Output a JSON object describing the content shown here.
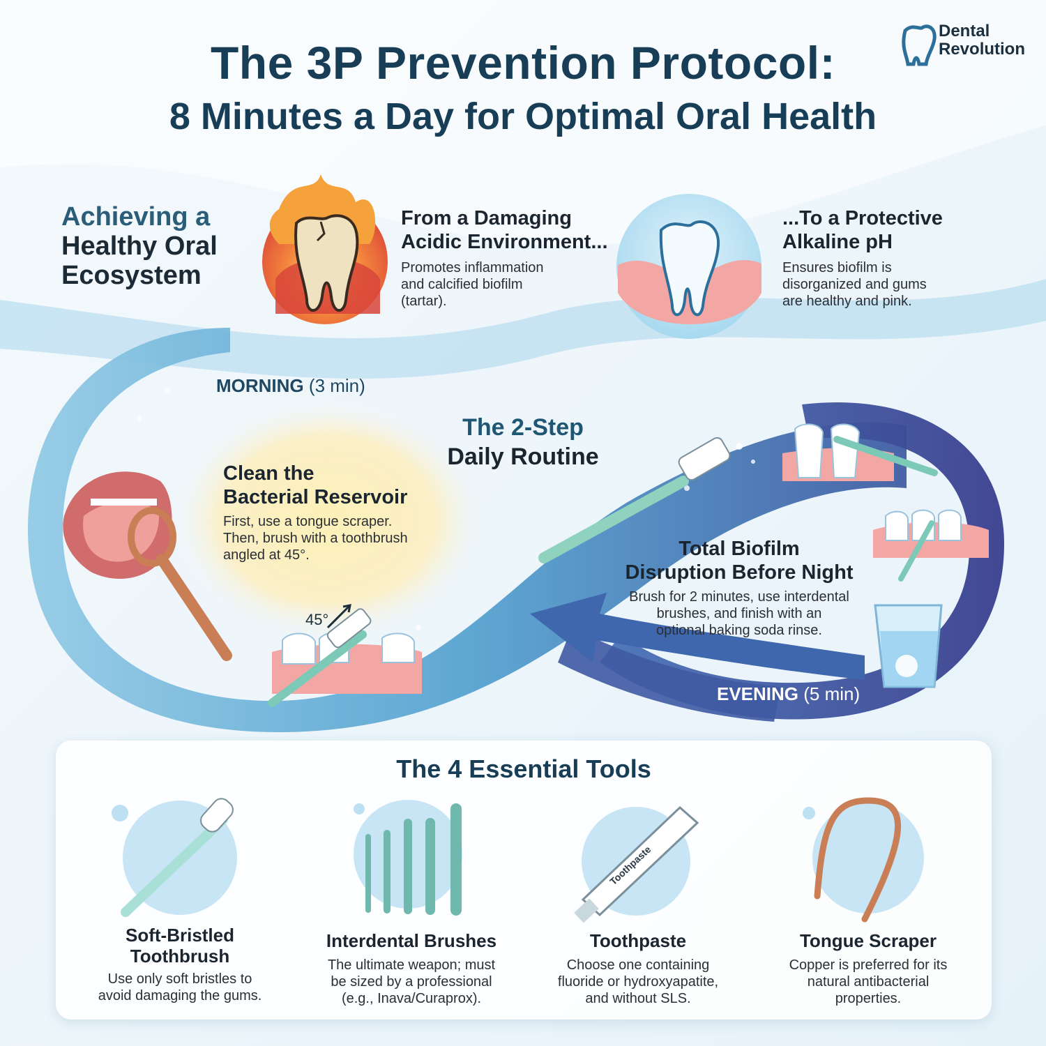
{
  "title_line1": "The 3P Prevention Protocol:",
  "title_line2": "8 Minutes a Day for Optimal Oral Health",
  "logo": {
    "line1": "Dental",
    "line2": "Revolution"
  },
  "ecosystem": {
    "heading_line1": "Achieving a",
    "heading_line2": "Healthy Oral",
    "heading_line3": "Ecosystem",
    "from": {
      "title_line1": "From a Damaging",
      "title_line2": "Acidic Environment...",
      "desc_line1": "Promotes inflammation",
      "desc_line2": "and calcified biofilm",
      "desc_line3": "(tartar)."
    },
    "to": {
      "title_line1": "...To a Protective",
      "title_line2": "Alkaline pH",
      "desc_line1": "Ensures biofilm is",
      "desc_line2": "disorganized and gums",
      "desc_line3": "are healthy and pink."
    }
  },
  "routine": {
    "heading_line1": "The 2-Step",
    "heading_line2": "Daily Routine",
    "morning_label": "MORNING",
    "morning_time": "(3 min)",
    "morning_title_line1": "Clean the",
    "morning_title_line2": "Bacterial Reservoir",
    "morning_desc_line1": "First, use a tongue scraper.",
    "morning_desc_line2": "Then, brush with a toothbrush",
    "morning_desc_line3": "angled at 45°.",
    "angle_label": "45°",
    "evening_label": "EVENING",
    "evening_time": "(5 min)",
    "evening_title_line1": "Total Biofilm",
    "evening_title_line2": "Disruption Before Night",
    "evening_desc_line1": "Brush for 2 minutes, use interdental",
    "evening_desc_line2": "brushes, and finish with an",
    "evening_desc_line3": "optional baking soda rinse."
  },
  "tools": {
    "heading": "The 4 Essential Tools",
    "items": [
      {
        "title_line1": "Soft-Bristled",
        "title_line2": "Toothbrush",
        "desc_line1": "Use only soft bristles to",
        "desc_line2": "avoid damaging the gums.",
        "desc_line3": ""
      },
      {
        "title_line1": "Interdental Brushes",
        "title_line2": "",
        "desc_line1": "The ultimate weapon; must",
        "desc_line2": "be sized by a professional",
        "desc_line3": "(e.g., Inava/Curaprox)."
      },
      {
        "title_line1": "Toothpaste",
        "title_line2": "",
        "desc_line1": "Choose one containing",
        "desc_line2": "fluoride or hydroxyapatite,",
        "desc_line3": "and without SLS."
      },
      {
        "title_line1": "Tongue Scraper",
        "title_line2": "",
        "desc_line1": "Copper is preferred for its",
        "desc_line2": "natural antibacterial",
        "desc_line3": "properties."
      }
    ],
    "tube_label": "Toothpaste"
  },
  "colors": {
    "title": "#173e56",
    "morning_glow": "#fbe9a8",
    "evening_band": "#3c4f9a",
    "copper": "#c97e55",
    "teal_brush": "#7cc9b8"
  }
}
